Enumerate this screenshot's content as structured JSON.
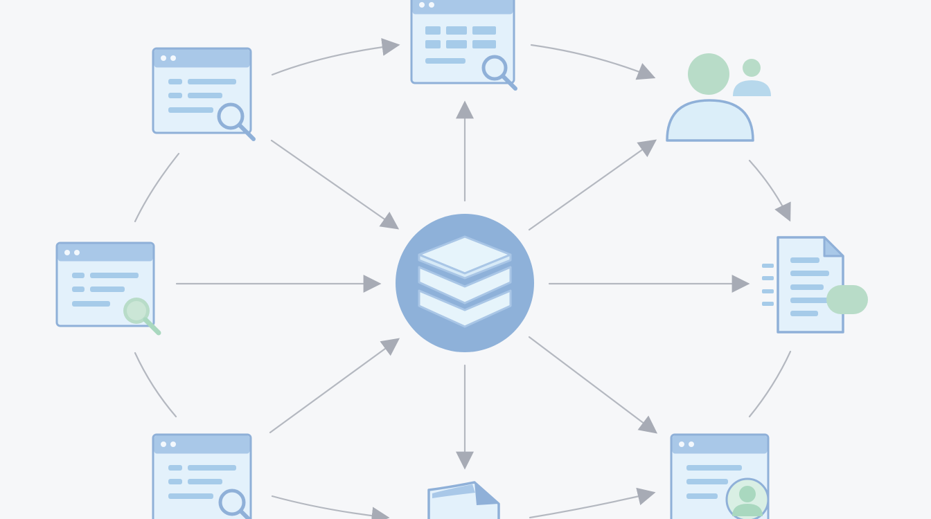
{
  "diagram": {
    "hub": {
      "icon": "database-stack-icon"
    },
    "nodes": [
      {
        "id": "top-left",
        "icon": "browser-search-icon"
      },
      {
        "id": "top-center",
        "icon": "browser-table-search-icon"
      },
      {
        "id": "top-right",
        "icon": "users-icon"
      },
      {
        "id": "mid-left",
        "icon": "browser-search-green-icon"
      },
      {
        "id": "mid-right",
        "icon": "document-list-icon"
      },
      {
        "id": "bottom-left",
        "icon": "browser-search-icon"
      },
      {
        "id": "bottom-center",
        "icon": "document-icon"
      },
      {
        "id": "bottom-right",
        "icon": "browser-user-icon"
      }
    ],
    "colors": {
      "background": "#f6f7f9",
      "blue_border": "#8fb0d8",
      "blue_fill": "#e3f1fb",
      "blue_line": "#a6cbe9",
      "green": "#a9d8bf",
      "hub": "#8eb1d9",
      "arrow": "#a7abb5"
    }
  }
}
